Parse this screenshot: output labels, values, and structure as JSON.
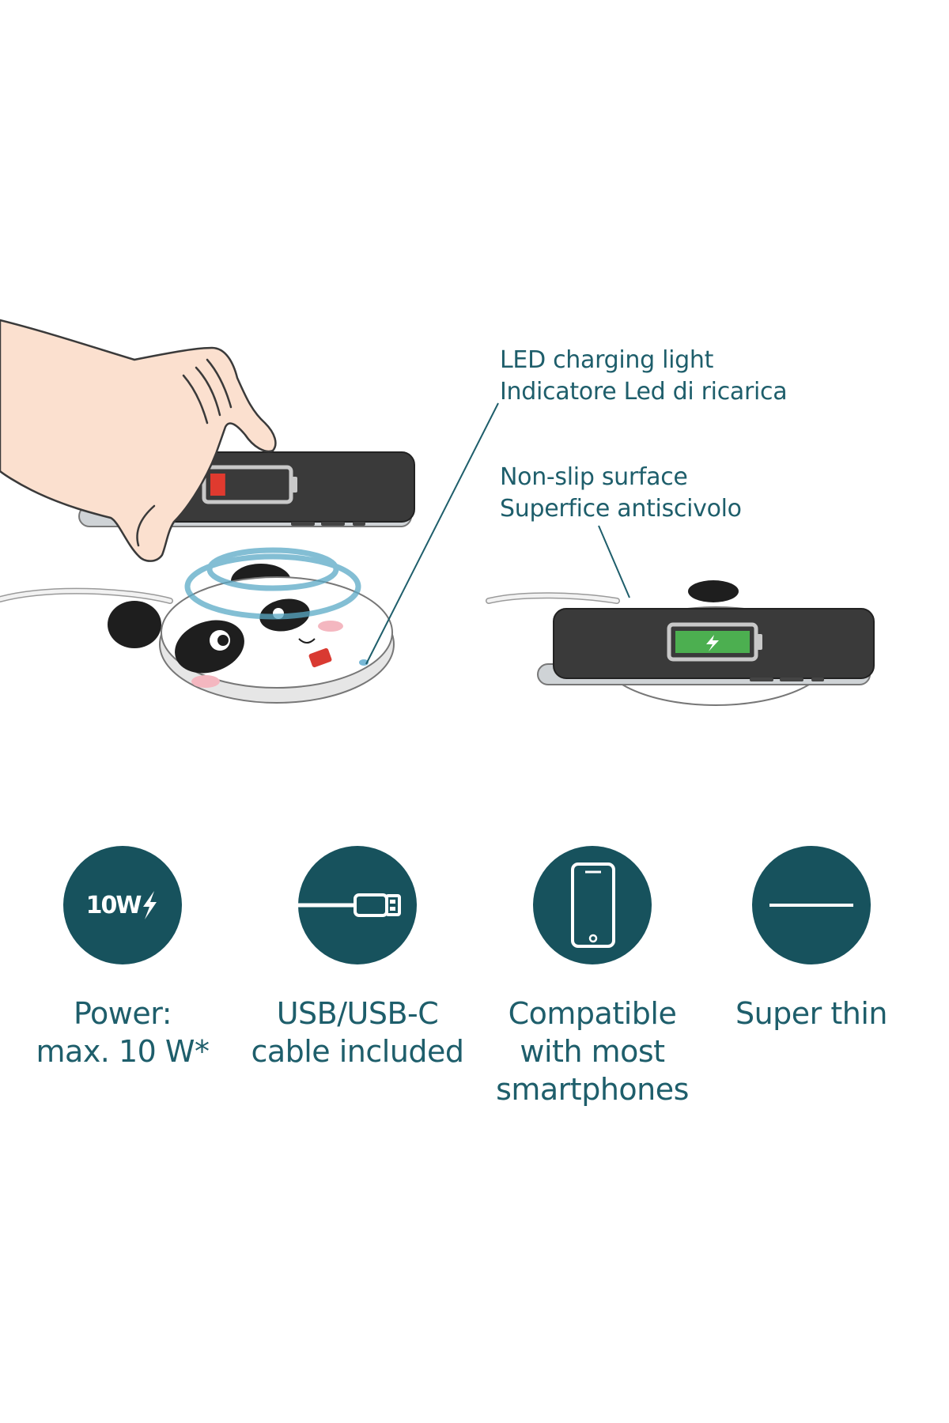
{
  "colors": {
    "teal": "#17525d",
    "text": "#1e5e6b",
    "phone_body": "#3a3a3a",
    "battery_low": "#e03a2f",
    "battery_full": "#4caf50",
    "glow": "#5aa9c6",
    "label_red": "#d93a32"
  },
  "callouts": {
    "led": {
      "line1": "LED charging light",
      "line2": "Indicatore Led di ricarica"
    },
    "nonslip": {
      "line1": "Non-slip surface",
      "line2": "Superfice antiscivolo"
    }
  },
  "illustration": {
    "before": {
      "battery_level": 0.2,
      "icons": [
        "hand-icon",
        "phone-icon",
        "battery-low-icon",
        "panda-charger-icon",
        "charging-wave-icon"
      ]
    },
    "after": {
      "battery_level": 1.0,
      "icons": [
        "phone-icon",
        "battery-full-icon",
        "charger-pad-icon"
      ]
    }
  },
  "features": [
    {
      "icon": "power-icon",
      "badge": "10W",
      "line1": "Power:",
      "line2": "max. 10 W*",
      "line3": ""
    },
    {
      "icon": "usb-cable-icon",
      "badge": "",
      "line1": "USB/USB-C",
      "line2": "cable included",
      "line3": ""
    },
    {
      "icon": "smartphone-icon",
      "badge": "",
      "line1": "Compatible",
      "line2": "with most",
      "line3": "smartphones"
    },
    {
      "icon": "thin-line-icon",
      "badge": "",
      "line1": "Super thin",
      "line2": "",
      "line3": ""
    }
  ]
}
